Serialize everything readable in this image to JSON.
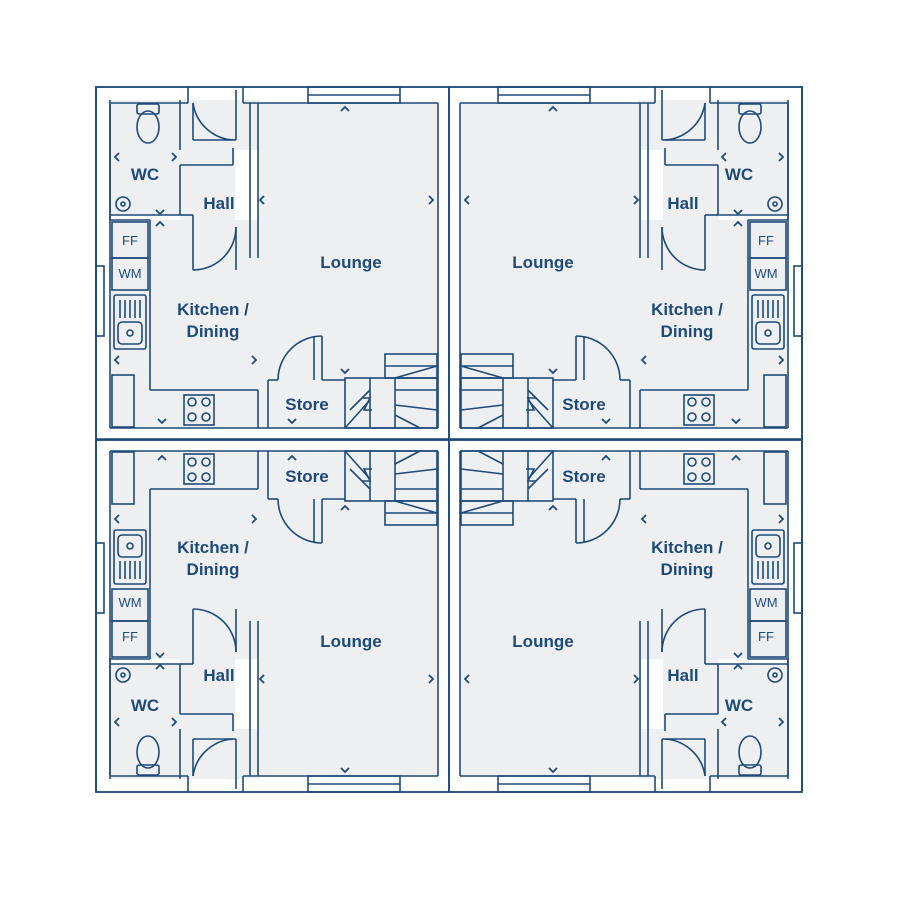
{
  "colors": {
    "line": "#1e4a7a",
    "floor": "#eeeff0",
    "background": "#ffffff"
  },
  "labels": {
    "wc": "WC",
    "hall": "Hall",
    "lounge": "Lounge",
    "kitchen_line1": "Kitchen /",
    "kitchen_line2": "Dining",
    "store": "Store",
    "ff": "FF",
    "wm": "WM"
  },
  "icons": [
    "toilet-icon",
    "basin-icon",
    "sink-icon",
    "hob-icon",
    "staircase-icon",
    "dimension-arrow-icon"
  ]
}
